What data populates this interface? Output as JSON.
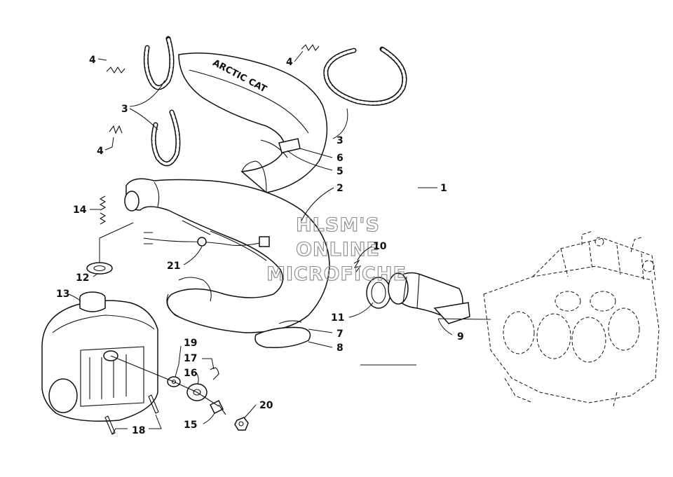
{
  "watermark": {
    "line1": "HLSM'S",
    "line2": "ONLINE",
    "line3": "MICROFICHE"
  },
  "callouts": {
    "c1": "1",
    "c2": "2",
    "c3a": "3",
    "c3b": "3",
    "c4a": "4",
    "c4b": "4",
    "c4c": "4",
    "c5": "5",
    "c6": "6",
    "c7": "7",
    "c8": "8",
    "c9": "9",
    "c10": "10",
    "c11": "11",
    "c12": "12",
    "c13": "13",
    "c14": "14",
    "c15": "15",
    "c16": "16",
    "c17": "17",
    "c18": "18",
    "c19": "19",
    "c20": "20",
    "c21": "21"
  },
  "heat_shield_logo": "ARCTIC CAT"
}
